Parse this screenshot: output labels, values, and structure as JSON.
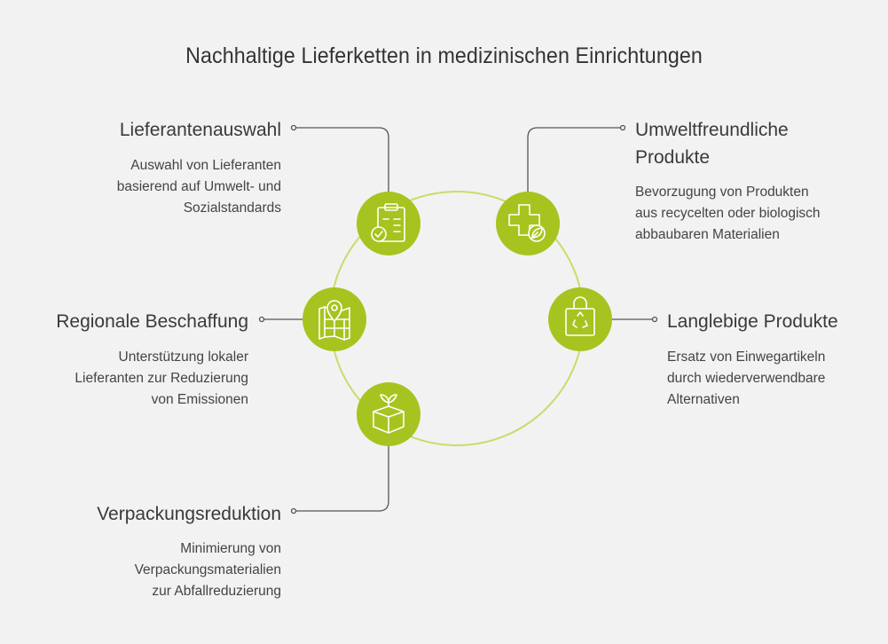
{
  "title": "Nachhaltige Lieferketten in medizinischen Einrichtungen",
  "colors": {
    "background": "#f2f2f2",
    "accent": "#a6c41f",
    "ring": "#c9dc6a",
    "connector": "#555555",
    "icon_stroke": "#ffffff"
  },
  "items": [
    {
      "heading": "Lieferantenauswahl",
      "heading_lines": [
        "Lieferantenauswahl"
      ],
      "desc_lines": [
        "Auswahl von Lieferanten",
        "basierend auf Umwelt- und",
        "Sozialstandards"
      ],
      "icon": "clipboard-check-icon"
    },
    {
      "heading": "Umweltfreundliche Produkte",
      "heading_lines": [
        "Umweltfreundliche",
        "Produkte"
      ],
      "desc_lines": [
        "Bevorzugung von Produkten",
        "aus recycelten oder biologisch",
        "abbaubaren Materialien"
      ],
      "icon": "medical-cross-leaf-icon"
    },
    {
      "heading": "Regionale Beschaffung",
      "heading_lines": [
        "Regionale Beschaffung"
      ],
      "desc_lines": [
        "Unterstützung lokaler",
        "Lieferanten zur Reduzierung",
        "von Emissionen"
      ],
      "icon": "map-pin-icon"
    },
    {
      "heading": "Langlebige Produkte",
      "heading_lines": [
        "Langlebige Produkte"
      ],
      "desc_lines": [
        "Ersatz von Einwegartikeln",
        "durch wiederverwendbare",
        "Alternativen"
      ],
      "icon": "recycle-bag-icon"
    },
    {
      "heading": "Verpackungsreduktion",
      "heading_lines": [
        "Verpackungsreduktion"
      ],
      "desc_lines": [
        "Minimierung von",
        "Verpackungsmaterialien",
        "zur Abfallreduzierung"
      ],
      "icon": "box-sprout-icon"
    }
  ]
}
